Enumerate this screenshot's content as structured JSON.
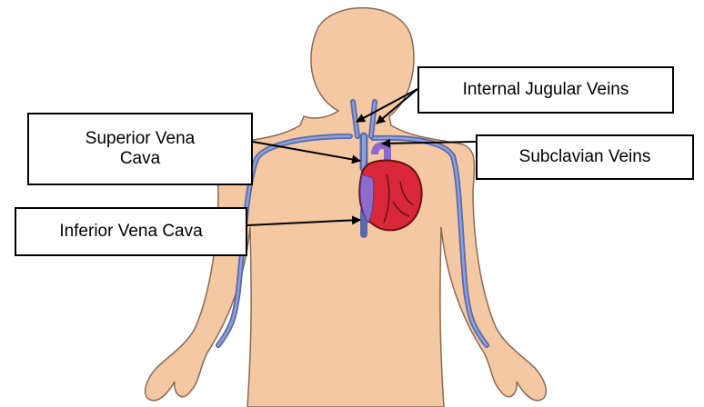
{
  "labels": {
    "internal_jugular_veins": "Internal Jugular Veins",
    "superior_vena_cava": "Superior Vena Cava",
    "subclavian_veins": "Subclavian Veins",
    "inferior_vena_cava": "Inferior Vena Cava"
  },
  "colors": {
    "skin": "#f5c8a4",
    "skin_outline": "#8a6a55",
    "vein": "#5a6aaa",
    "vein_light": "#8fa0d8",
    "heart": "#d8283a",
    "heart_dark": "#6a1010",
    "aorta_purple": "#8c6cc8"
  }
}
